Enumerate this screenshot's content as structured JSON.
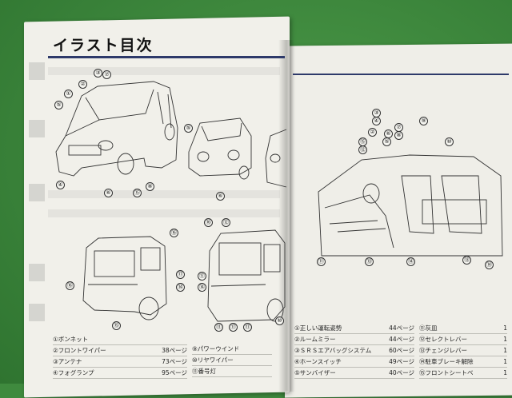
{
  "title": "イラスト目次",
  "callouts": {
    "car_front_left": [
      "⑤",
      "①",
      "②",
      "③",
      "⑦",
      "④",
      "⑥",
      "⑮",
      "⑧"
    ],
    "car_front_mid": [
      "⑤",
      "⑥"
    ],
    "car_rear_left": [
      "⑯",
      "⑯",
      "⑰",
      "⑭",
      "⑮"
    ],
    "car_rear_right": [
      "⑯",
      "⑫",
      "⑰",
      "⑭",
      "⑪",
      "⑰",
      "⑰",
      "⑩"
    ],
    "interior": [
      "③",
      "④",
      "②",
      "⑥",
      "⑤",
      "⑦",
      "⑧",
      "⑨",
      "⑮",
      "⑫",
      "⑩",
      "⑪",
      "⑬",
      "⑭",
      "⑬",
      "⑭"
    ]
  },
  "left_list": [
    {
      "name": "①ボンネット",
      "page": ""
    },
    {
      "name": "②フロントワイパー",
      "page": "38ページ"
    },
    {
      "name": "③アンテナ",
      "page": "73ページ"
    },
    {
      "name": "④フォグランプ",
      "page": "95ページ"
    }
  ],
  "mid_list": [
    {
      "name": "⑨パワーウインド",
      "page": ""
    },
    {
      "name": "⑩リヤワイパー",
      "page": ""
    },
    {
      "name": "⑪番号灯",
      "page": ""
    }
  ],
  "right_list": [
    {
      "name": "①正しい運転姿勢",
      "page": "44ページ"
    },
    {
      "name": "②ルームミラー",
      "page": "44ページ"
    },
    {
      "name": "③ＳＲＳエアバッグシステム",
      "page": "60ページ"
    },
    {
      "name": "④ホーンスイッチ",
      "page": "49ページ"
    },
    {
      "name": "⑤サンバイザー",
      "page": "40ページ"
    }
  ],
  "far_right_list": [
    {
      "name": "⑪灰皿",
      "page": "1"
    },
    {
      "name": "⑫セレクトレバー",
      "page": "1"
    },
    {
      "name": "⑬チェンジレバー",
      "page": "1"
    },
    {
      "name": "⑭駐車ブレーキ解除レバー",
      "page": "1"
    },
    {
      "name": "⑮フロントシートベルト",
      "page": "1"
    }
  ],
  "colors": {
    "rule": "#2e3a6a",
    "background": "#3f8a3e",
    "paper": "#f1f0ea"
  }
}
